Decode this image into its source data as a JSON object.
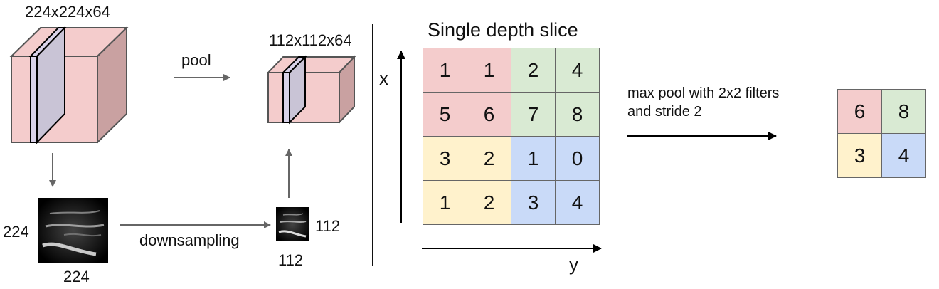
{
  "left": {
    "big_volume_label": "224x224x64",
    "small_volume_label": "112x112x64",
    "pool_label": "pool",
    "downsampling_label": "downsampling",
    "big_map_side_label": "224",
    "big_map_bottom_label": "224",
    "small_map_side_label": "112",
    "small_map_bottom_label": "112"
  },
  "right": {
    "title": "Single depth slice",
    "x_axis_label": "x",
    "y_axis_label": "y",
    "operation_line1": "max pool with 2x2 filters",
    "operation_line2": "and stride 2",
    "input_grid": [
      [
        "1",
        "1",
        "2",
        "4"
      ],
      [
        "5",
        "6",
        "7",
        "8"
      ],
      [
        "3",
        "2",
        "1",
        "0"
      ],
      [
        "1",
        "2",
        "3",
        "4"
      ]
    ],
    "output_grid": [
      [
        "6",
        "8"
      ],
      [
        "3",
        "4"
      ]
    ],
    "quadrant_colors": {
      "top_left": "#f4cccc",
      "top_right": "#d9ead3",
      "bottom_left": "#fff2cc",
      "bottom_right": "#c9daf8"
    }
  }
}
